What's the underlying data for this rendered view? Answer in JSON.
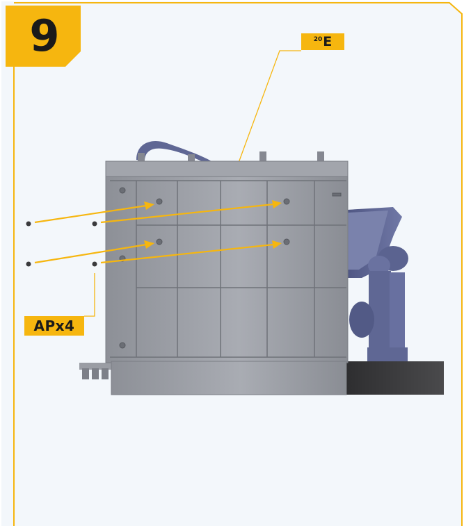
{
  "step": {
    "number": "9"
  },
  "callouts": {
    "top": {
      "prefix": "20",
      "part": "E"
    },
    "left": {
      "text": "APx4"
    }
  },
  "colors": {
    "accent": "#f6b60f",
    "frame": "#f6b60f",
    "panel_bg": "#f3f7fb",
    "hull": "#9ea1a8",
    "turret": "#5f6794",
    "base": "#3c3c3c"
  }
}
